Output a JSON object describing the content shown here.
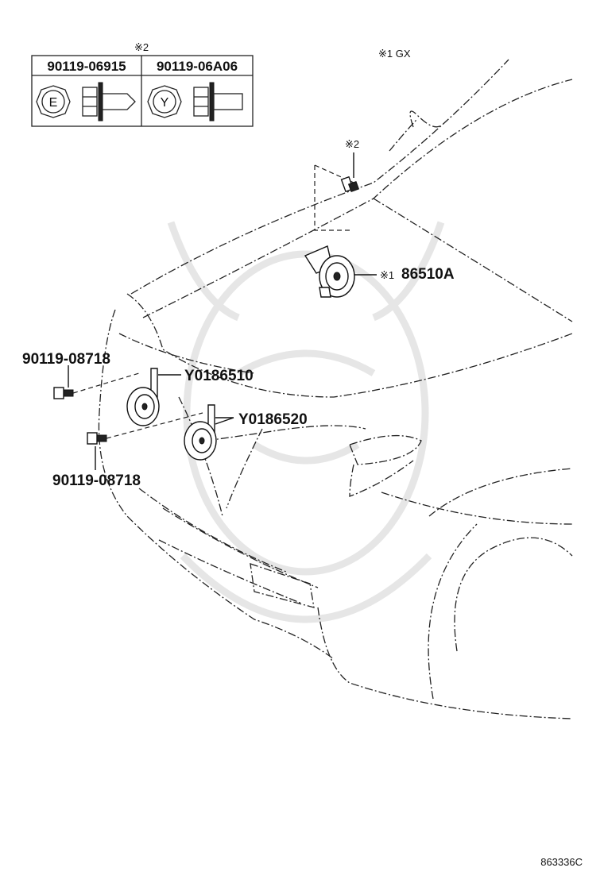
{
  "fastener_table": {
    "note_mark": "※2",
    "columns": [
      {
        "part_no": "90119-06915",
        "code": "E"
      },
      {
        "part_no": "90119-06A06",
        "code": "Y"
      }
    ]
  },
  "variant_note": "※1 GX",
  "callouts": {
    "top_bolt_note": "※2",
    "horn_high_note": "※1",
    "horn_high_part": "86510A",
    "bolt_upper": "90119-08718",
    "horn_a": "Y0186510",
    "horn_b": "Y0186520",
    "bolt_lower": "90119-08718"
  },
  "diagram_id": "863336C"
}
